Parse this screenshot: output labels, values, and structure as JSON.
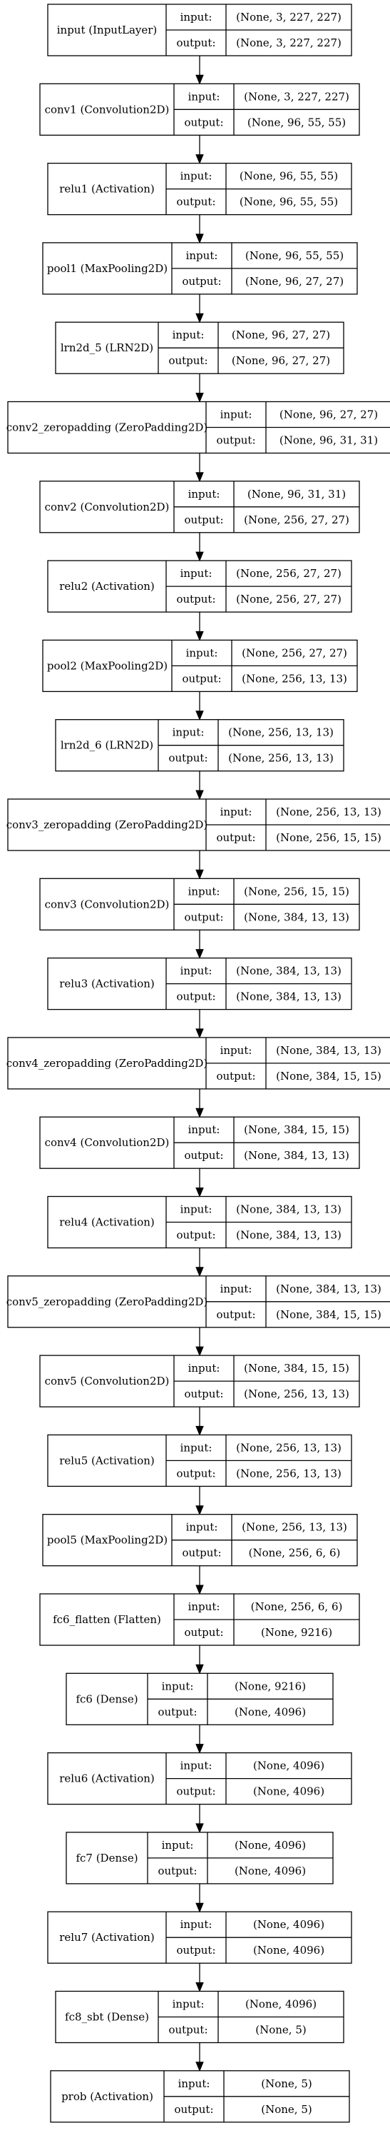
{
  "port_labels": {
    "input": "input:",
    "output": "output:"
  },
  "layers": [
    {
      "name": "input (InputLayer)",
      "input": "(None, 3, 227, 227)",
      "output": "(None, 3, 227, 227)"
    },
    {
      "name": "conv1 (Convolution2D)",
      "input": "(None, 3, 227, 227)",
      "output": "(None, 96, 55, 55)"
    },
    {
      "name": "relu1 (Activation)",
      "input": "(None, 96, 55, 55)",
      "output": "(None, 96, 55, 55)"
    },
    {
      "name": "pool1 (MaxPooling2D)",
      "input": "(None, 96, 55, 55)",
      "output": "(None, 96, 27, 27)"
    },
    {
      "name": "lrn2d_5 (LRN2D)",
      "input": "(None, 96, 27, 27)",
      "output": "(None, 96, 27, 27)"
    },
    {
      "name": "conv2_zeropadding (ZeroPadding2D)",
      "input": "(None, 96, 27, 27)",
      "output": "(None, 96, 31, 31)"
    },
    {
      "name": "conv2 (Convolution2D)",
      "input": "(None, 96, 31, 31)",
      "output": "(None, 256, 27, 27)"
    },
    {
      "name": "relu2 (Activation)",
      "input": "(None, 256, 27, 27)",
      "output": "(None, 256, 27, 27)"
    },
    {
      "name": "pool2 (MaxPooling2D)",
      "input": "(None, 256, 27, 27)",
      "output": "(None, 256, 13, 13)"
    },
    {
      "name": "lrn2d_6 (LRN2D)",
      "input": "(None, 256, 13, 13)",
      "output": "(None, 256, 13, 13)"
    },
    {
      "name": "conv3_zeropadding (ZeroPadding2D)",
      "input": "(None, 256, 13, 13)",
      "output": "(None, 256, 15, 15)"
    },
    {
      "name": "conv3 (Convolution2D)",
      "input": "(None, 256, 15, 15)",
      "output": "(None, 384, 13, 13)"
    },
    {
      "name": "relu3 (Activation)",
      "input": "(None, 384, 13, 13)",
      "output": "(None, 384, 13, 13)"
    },
    {
      "name": "conv4_zeropadding (ZeroPadding2D)",
      "input": "(None, 384, 13, 13)",
      "output": "(None, 384, 15, 15)"
    },
    {
      "name": "conv4 (Convolution2D)",
      "input": "(None, 384, 15, 15)",
      "output": "(None, 384, 13, 13)"
    },
    {
      "name": "relu4 (Activation)",
      "input": "(None, 384, 13, 13)",
      "output": "(None, 384, 13, 13)"
    },
    {
      "name": "conv5_zeropadding (ZeroPadding2D)",
      "input": "(None, 384, 13, 13)",
      "output": "(None, 384, 15, 15)"
    },
    {
      "name": "conv5 (Convolution2D)",
      "input": "(None, 384, 15, 15)",
      "output": "(None, 256, 13, 13)"
    },
    {
      "name": "relu5 (Activation)",
      "input": "(None, 256, 13, 13)",
      "output": "(None, 256, 13, 13)"
    },
    {
      "name": "pool5 (MaxPooling2D)",
      "input": "(None, 256, 13, 13)",
      "output": "(None, 256, 6, 6)"
    },
    {
      "name": "fc6_flatten (Flatten)",
      "input": "(None, 256, 6, 6)",
      "output": "(None, 9216)"
    },
    {
      "name": "fc6 (Dense)",
      "input": "(None, 9216)",
      "output": "(None, 4096)"
    },
    {
      "name": "relu6 (Activation)",
      "input": "(None, 4096)",
      "output": "(None, 4096)"
    },
    {
      "name": "fc7 (Dense)",
      "input": "(None, 4096)",
      "output": "(None, 4096)"
    },
    {
      "name": "relu7 (Activation)",
      "input": "(None, 4096)",
      "output": "(None, 4096)"
    },
    {
      "name": "fc8_sbt (Dense)",
      "input": "(None, 4096)",
      "output": "(None, 5)"
    },
    {
      "name": "prob (Activation)",
      "input": "(None, 5)",
      "output": "(None, 5)"
    }
  ]
}
